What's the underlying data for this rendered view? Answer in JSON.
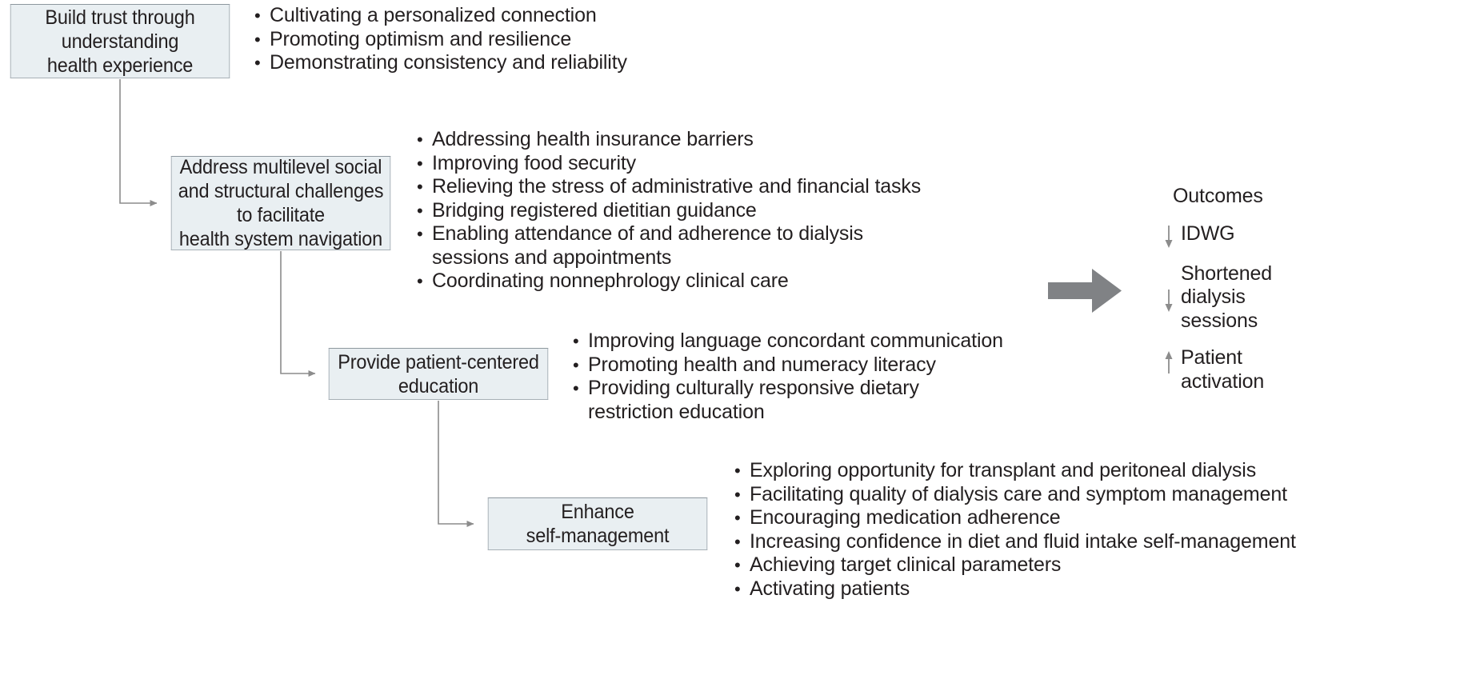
{
  "theme": {
    "box_fill": "#e9eff2",
    "box_border": "#a7b0b6",
    "text_color": "#231f20",
    "connector_color": "#8c8c8c",
    "big_arrow_color": "#808285"
  },
  "steps": [
    {
      "id": "build-trust",
      "label": "Build trust through\nunderstanding\nhealth experience",
      "bullets": [
        "Cultivating a personalized connection",
        "Promoting optimism and resilience",
        "Demonstrating consistency and reliability"
      ]
    },
    {
      "id": "address-challenges",
      "label": "Address multilevel social\nand structural challenges\nto facilitate\nhealth system navigation",
      "bullets": [
        "Addressing health insurance barriers",
        "Improving food security",
        "Relieving the stress of administrative and financial tasks",
        "Bridging registered dietitian guidance",
        "Enabling attendance of and adherence to dialysis\nsessions and appointments",
        "Coordinating nonnephrology clinical care"
      ]
    },
    {
      "id": "patient-education",
      "label": "Provide patient-centered\neducation",
      "bullets": [
        "Improving language concordant communication",
        "Promoting health and numeracy literacy",
        "Providing culturally responsive dietary\nrestriction education"
      ]
    },
    {
      "id": "self-management",
      "label": "Enhance\nself-management",
      "bullets": [
        "Exploring opportunity for transplant and peritoneal dialysis",
        "Facilitating quality of dialysis care and symptom management",
        "Encouraging medication adherence",
        "Increasing confidence in diet and fluid intake self-management",
        "Achieving target clinical parameters",
        "Activating patients"
      ]
    }
  ],
  "outcomes": {
    "title": "Outcomes",
    "items": [
      {
        "direction": "down",
        "label": "IDWG"
      },
      {
        "direction": "down",
        "label": "Shortened\ndialysis\nsessions"
      },
      {
        "direction": "up",
        "label": "Patient\nactivation"
      }
    ]
  }
}
